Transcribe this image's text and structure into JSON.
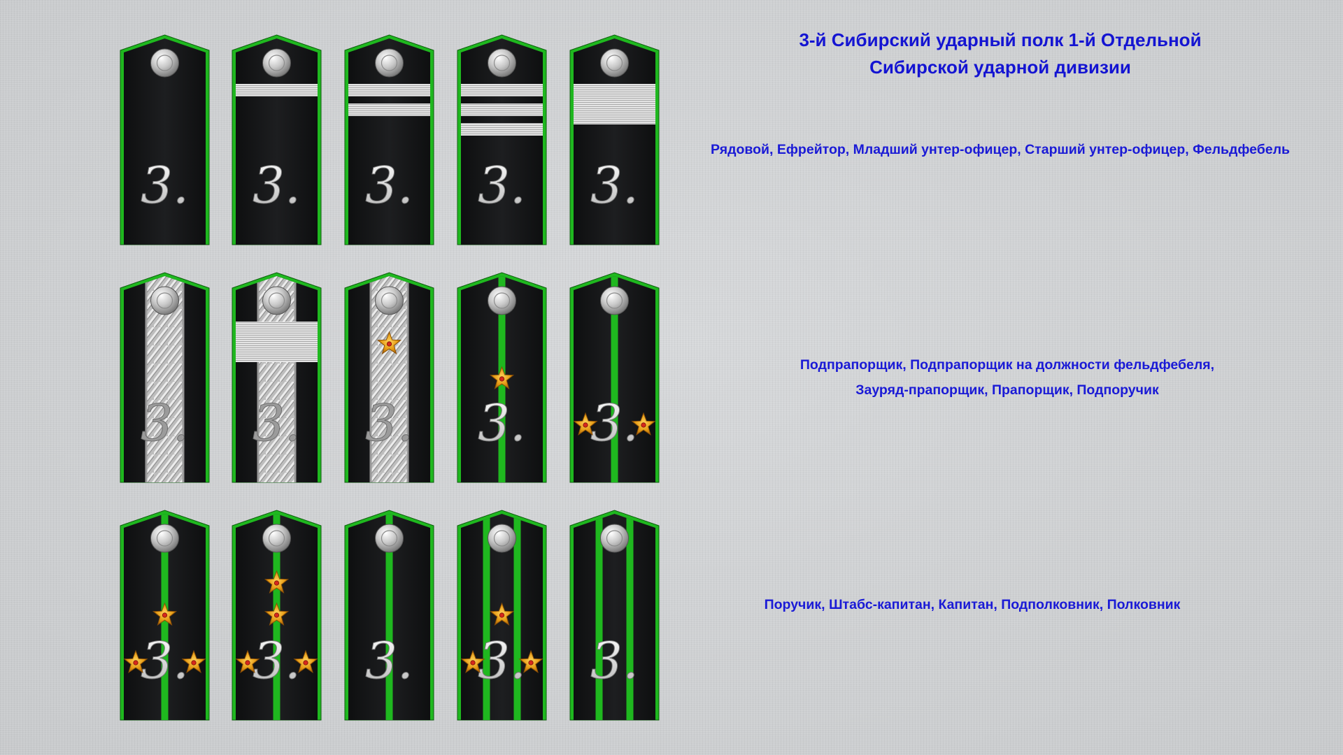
{
  "title": {
    "line1": "3-й Сибирский ударный полк 1-й Отдельной",
    "line2": "Сибирской ударной дивизии"
  },
  "captions": {
    "row1": [
      "Рядовой, Ефрейтор, Младший унтер-офицер, Старший унтер-офицер, Фельдфебель"
    ],
    "row2": [
      "Подпрапорщик, Подпрапорщик на должности фельдфебеля,",
      "Зауряд-прапорщик, Прапорщик, Подпоручик"
    ],
    "row3": [
      "Поручик, Штабс-капитан, Капитан, Подполковник, Полковник"
    ]
  },
  "colors": {
    "piping": "#1fb81f",
    "field": "#151617",
    "silver": "#d4d4d4",
    "star": "#e8a418",
    "caption": "#1a1ad6"
  },
  "cipher": "3.",
  "rows": [
    [
      {
        "rank": "Рядовой",
        "gallon": 0,
        "stripes": 0,
        "wideStripe": false,
        "clearance": 0,
        "stars": 0
      },
      {
        "rank": "Ефрейтор",
        "gallon": 0,
        "stripes": 1,
        "wideStripe": false,
        "clearance": 0,
        "stars": 0
      },
      {
        "rank": "Младший унтер-офицер",
        "gallon": 0,
        "stripes": 2,
        "wideStripe": false,
        "clearance": 0,
        "stars": 0
      },
      {
        "rank": "Старший унтер-офицер",
        "gallon": 0,
        "stripes": 3,
        "wideStripe": false,
        "clearance": 0,
        "stars": 0
      },
      {
        "rank": "Фельдфебель",
        "gallon": 0,
        "stripes": 0,
        "wideStripe": true,
        "clearance": 0,
        "stars": 0
      }
    ],
    [
      {
        "rank": "Подпрапорщик",
        "gallon": 1,
        "stripes": 0,
        "wideStripe": false,
        "clearance": 0,
        "stars": 0
      },
      {
        "rank": "Подпрапорщик на должности фельдфебеля",
        "gallon": 1,
        "stripes": 0,
        "wideStripe": true,
        "clearance": 0,
        "stars": 0
      },
      {
        "rank": "Зауряд-прапорщик",
        "gallon": 1,
        "stripes": 0,
        "wideStripe": false,
        "clearance": 0,
        "stars": 1
      },
      {
        "rank": "Прапорщик",
        "gallon": 0,
        "stripes": 0,
        "wideStripe": false,
        "clearance": 1,
        "stars": 1
      },
      {
        "rank": "Подпоручик",
        "gallon": 0,
        "stripes": 0,
        "wideStripe": false,
        "clearance": 1,
        "stars": 2
      }
    ],
    [
      {
        "rank": "Поручик",
        "gallon": 0,
        "stripes": 0,
        "wideStripe": false,
        "clearance": 1,
        "stars": 3
      },
      {
        "rank": "Штабс-капитан",
        "gallon": 0,
        "stripes": 0,
        "wideStripe": false,
        "clearance": 1,
        "stars": 4
      },
      {
        "rank": "Капитан",
        "gallon": 0,
        "stripes": 0,
        "wideStripe": false,
        "clearance": 1,
        "stars": 0
      },
      {
        "rank": "Подполковник",
        "gallon": 0,
        "stripes": 0,
        "wideStripe": false,
        "clearance": 2,
        "stars": 3
      },
      {
        "rank": "Полковник",
        "gallon": 0,
        "stripes": 0,
        "wideStripe": false,
        "clearance": 2,
        "stars": 0
      }
    ]
  ]
}
